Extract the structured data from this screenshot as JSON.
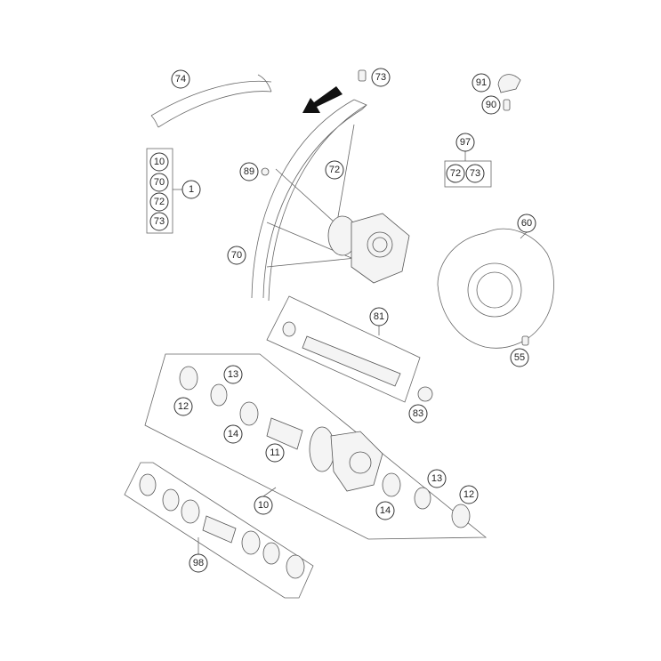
{
  "diagram": {
    "callouts": {
      "rim_tape": "74",
      "spoke_nipple_top": "73",
      "valve_cap": "91",
      "valve_nut": "90",
      "spoke_kit": "97",
      "spoke_kit_spoke": "72",
      "spoke_kit_nipple": "73",
      "wheel_assembly": "1",
      "wheel_hub": "10",
      "wheel_rim": "70",
      "wheel_spoke": "72",
      "wheel_nipple": "73",
      "rim_lock_plug": "89",
      "spoke": "72",
      "rim": "70",
      "brake_disc": "60",
      "axle": "81",
      "disc_screw": "55",
      "axle_nut": "83",
      "seal_left": "13",
      "spacer_left": "12",
      "bearing_left": "14",
      "distance_sleeve": "11",
      "hub": "10",
      "seal_right": "13",
      "spacer_right": "12",
      "bearing_right": "14",
      "bearing_kit": "98"
    },
    "colors": {
      "line": "#555555",
      "arrow": "#111111",
      "background": "#ffffff"
    }
  }
}
